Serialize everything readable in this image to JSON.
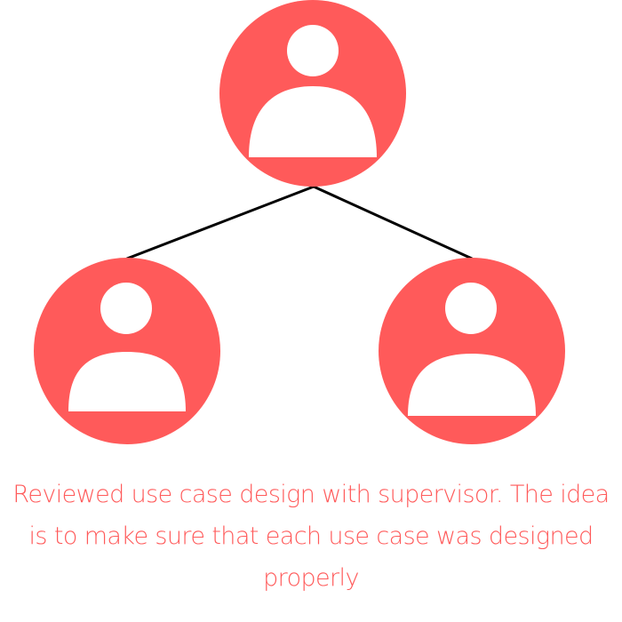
{
  "colors": {
    "accent": "#ff5a5a",
    "connector": "#000000",
    "background": "#ffffff"
  },
  "diagram": {
    "type": "hierarchy",
    "nodes": [
      {
        "id": "top",
        "icon": "person-icon"
      },
      {
        "id": "bottom-left",
        "icon": "person-icon"
      },
      {
        "id": "bottom-right",
        "icon": "person-icon"
      }
    ],
    "edges": [
      {
        "from": "top",
        "to": "bottom-left"
      },
      {
        "from": "top",
        "to": "bottom-right"
      }
    ]
  },
  "caption": {
    "text": "Reviewed use case design with supervisor. The idea is to make sure that each use case was designed properly"
  }
}
